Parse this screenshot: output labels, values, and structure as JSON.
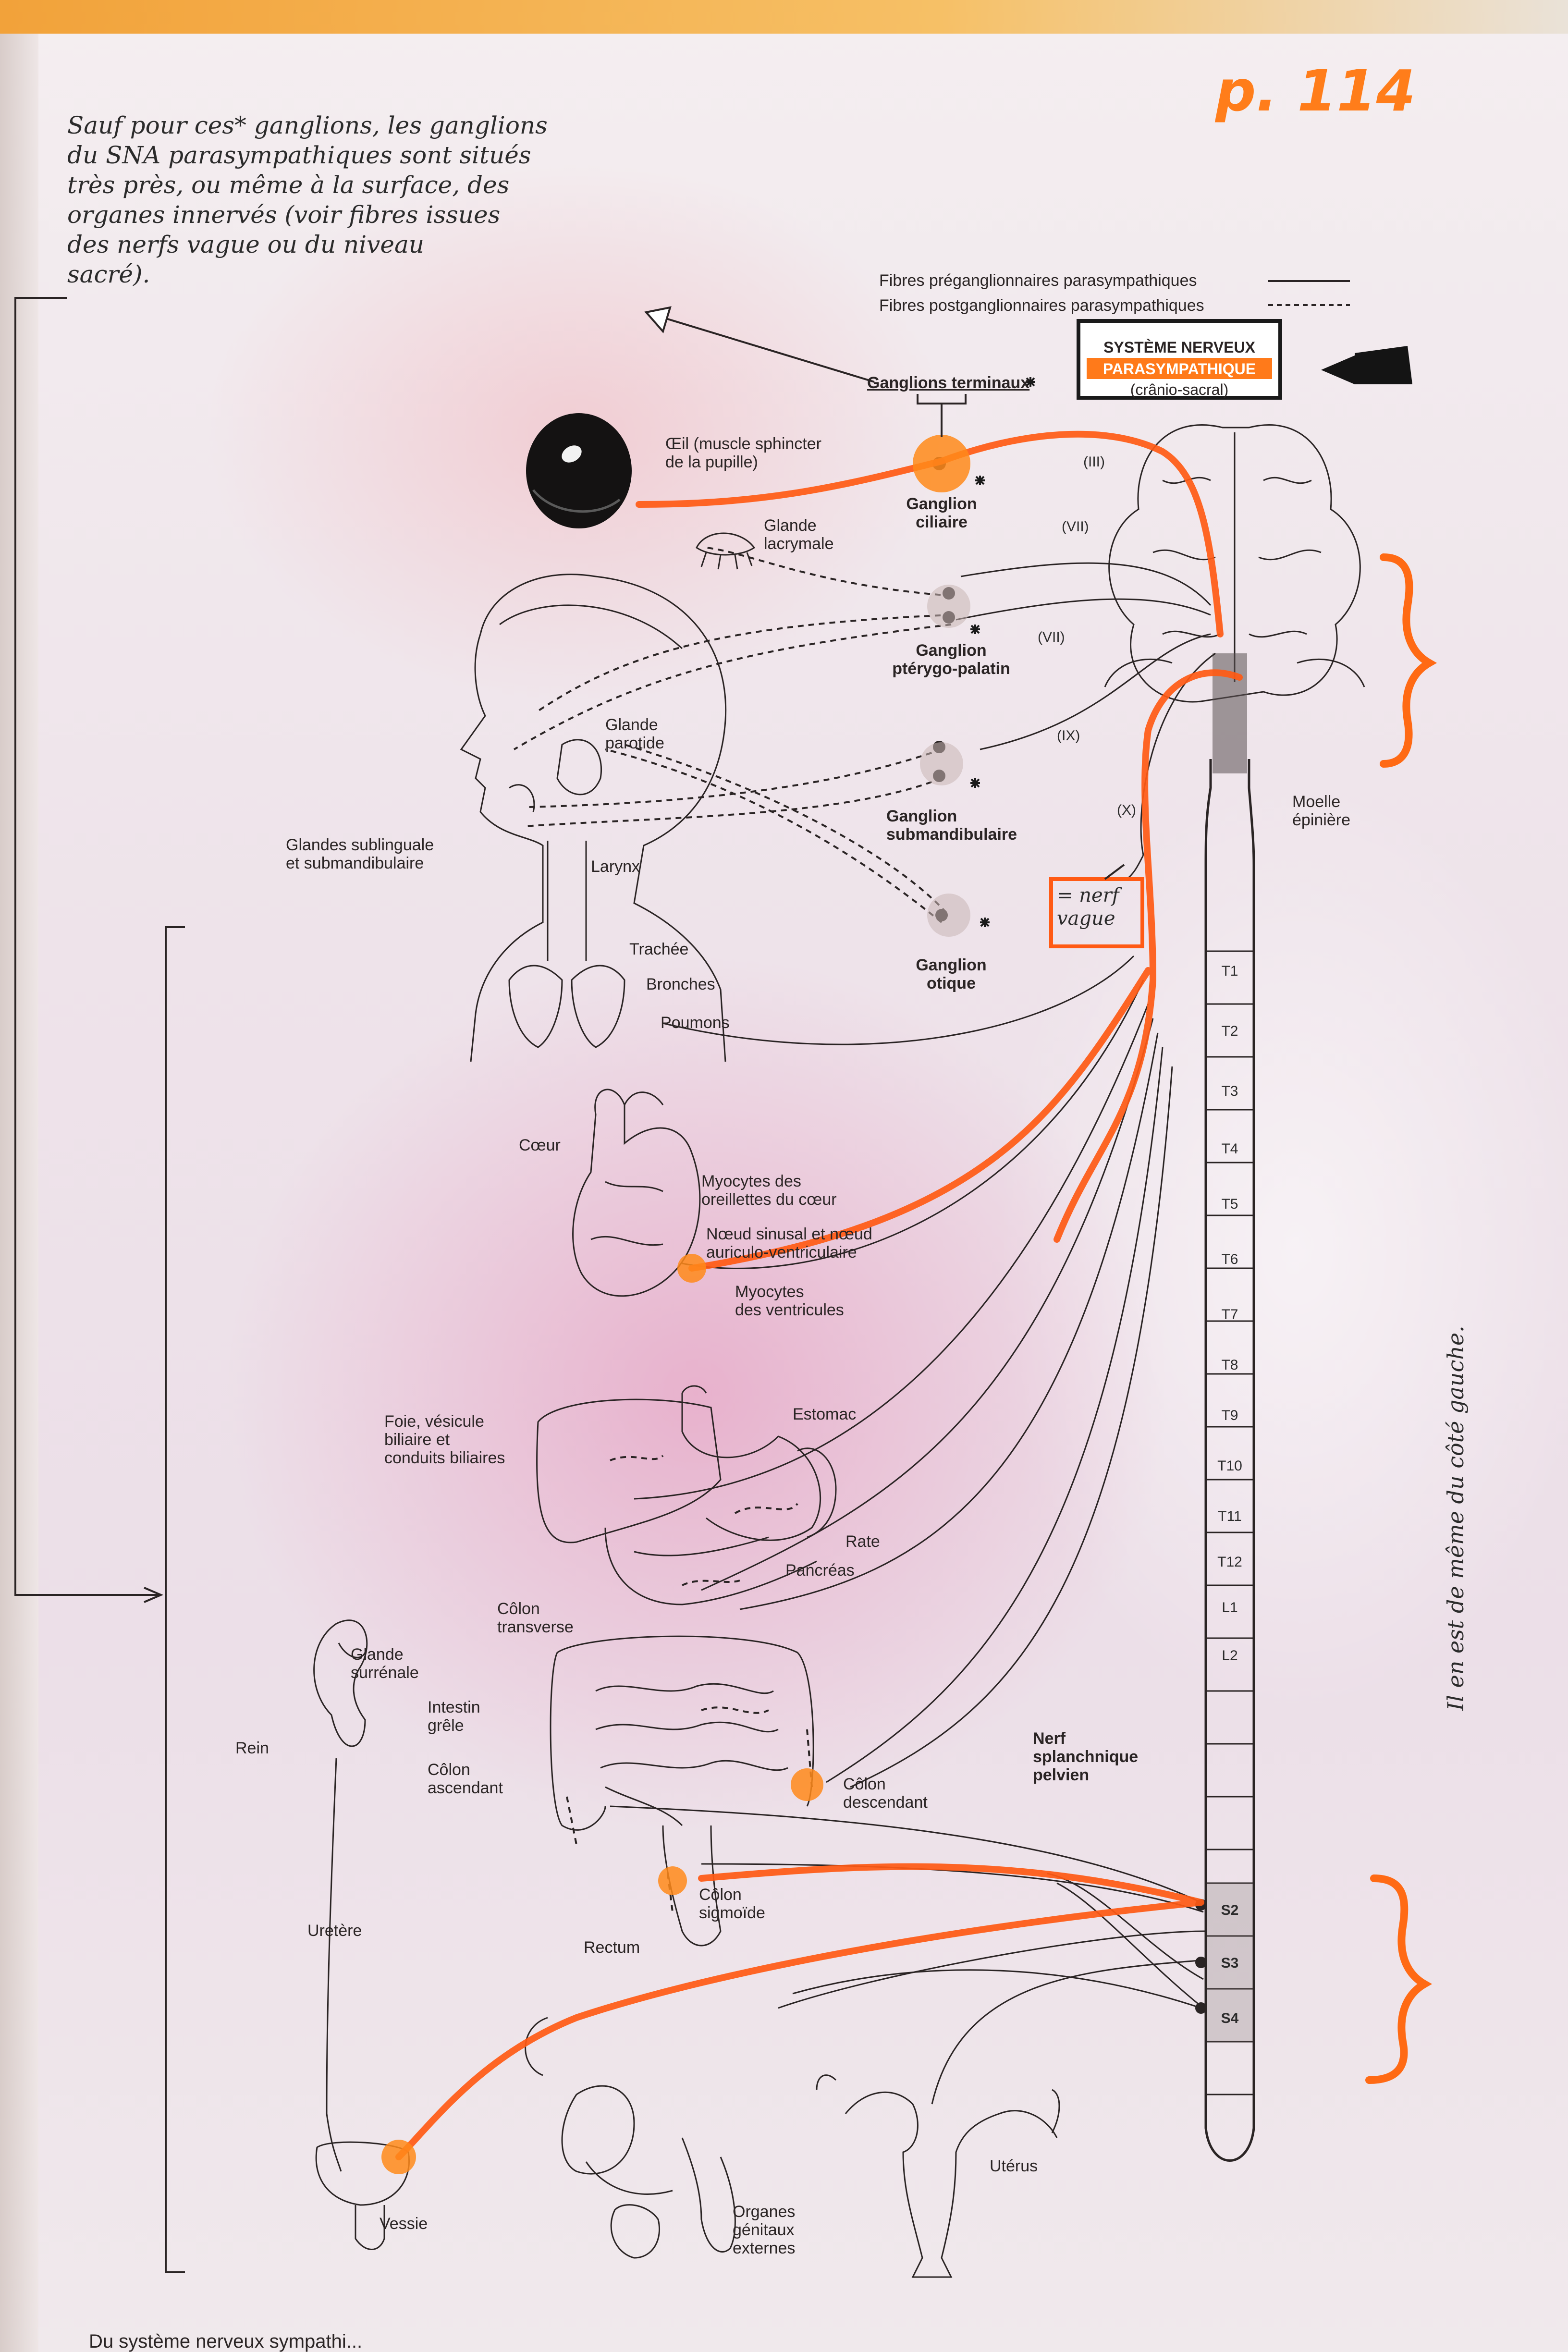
{
  "page_ref": "p. 114",
  "note_lines": [
    "Sauf pour ces* ganglions, les ganglions",
    "du SNA parasympathiques sont situés",
    "très près, ou même à la surface, des",
    "organes innervés (voir fibres issues",
    "des nerfs vague ou du niveau",
    "sacré)."
  ],
  "vertical_note": "Il en est de même du côté gauche.",
  "legend": {
    "pre": "Fibres préganglionnaires parasympathiques",
    "post": "Fibres postganglionnaires parasympathiques"
  },
  "title_box": {
    "line1": "SYSTÈME NERVEUX",
    "line2": "PARASYMPATHIQUE",
    "line3": "(crânio-sacral)"
  },
  "ganglions_terminaux": "Ganglions terminaux",
  "labels": {
    "oeil": [
      "Œil (muscle sphincter",
      "de la pupille)"
    ],
    "ganglion_ciliaire": [
      "Ganglion",
      "ciliaire"
    ],
    "glande_lacrymale": [
      "Glande",
      "lacrymale"
    ],
    "ganglion_pterygo": [
      "Ganglion",
      "ptérygo-palatin"
    ],
    "glande_parotide": [
      "Glande",
      "parotide"
    ],
    "ganglion_submandibulaire": [
      "Ganglion",
      "submandibulaire"
    ],
    "glandes_sublinguale": [
      "Glandes sublinguale",
      "et submandibulaire"
    ],
    "larynx": "Larynx",
    "ganglion_otique": [
      "Ganglion",
      "otique"
    ],
    "nerf_vague": [
      "= nerf",
      "vague"
    ],
    "moelle": [
      "Moelle",
      "épinière"
    ],
    "trachee": "Trachée",
    "bronches": "Bronches",
    "poumons": "Poumons",
    "coeur": "Cœur",
    "myocytes_oreillettes": [
      "Myocytes des",
      "oreillettes du cœur"
    ],
    "noeud_sinusal": [
      "Nœud sinusal et nœud",
      "auriculo-ventriculaire"
    ],
    "myocytes_ventricules": [
      "Myocytes",
      "des ventricules"
    ],
    "foie": [
      "Foie, vésicule",
      "biliaire et",
      "conduits biliaires"
    ],
    "estomac": "Estomac",
    "rate": "Rate",
    "pancreas": "Pancréas",
    "colon_transverse": [
      "Côlon",
      "transverse"
    ],
    "glande_surrenale": [
      "Glande",
      "surrénale"
    ],
    "intestin_grele": [
      "Intestin",
      "grêle"
    ],
    "colon_ascendant": [
      "Côlon",
      "ascendant"
    ],
    "rein": "Rein",
    "colon_descendant": [
      "Côlon",
      "descendant"
    ],
    "nerf_splanchnique": [
      "Nerf",
      "splanchnique",
      "pelvien"
    ],
    "uretere": "Uretère",
    "colon_sigmoide": [
      "Côlon",
      "sigmoïde"
    ],
    "rectum": "Rectum",
    "vessie": "Vessie",
    "organes_genitaux": [
      "Organes",
      "génitaux",
      "externes"
    ],
    "uterus": "Utérus"
  },
  "cranial_nerves": [
    "(III)",
    "(VII)",
    "(VII)",
    "(IX)",
    "(X)"
  ],
  "spinal_segments": [
    "T1",
    "T2",
    "T3",
    "T4",
    "T5",
    "T6",
    "T7",
    "T8",
    "T9",
    "T10",
    "T11",
    "T12",
    "L1",
    "L2"
  ],
  "sacral_segments": [
    "S2",
    "S3",
    "S4"
  ],
  "footer": "Du système nerveux sympathi..."
}
